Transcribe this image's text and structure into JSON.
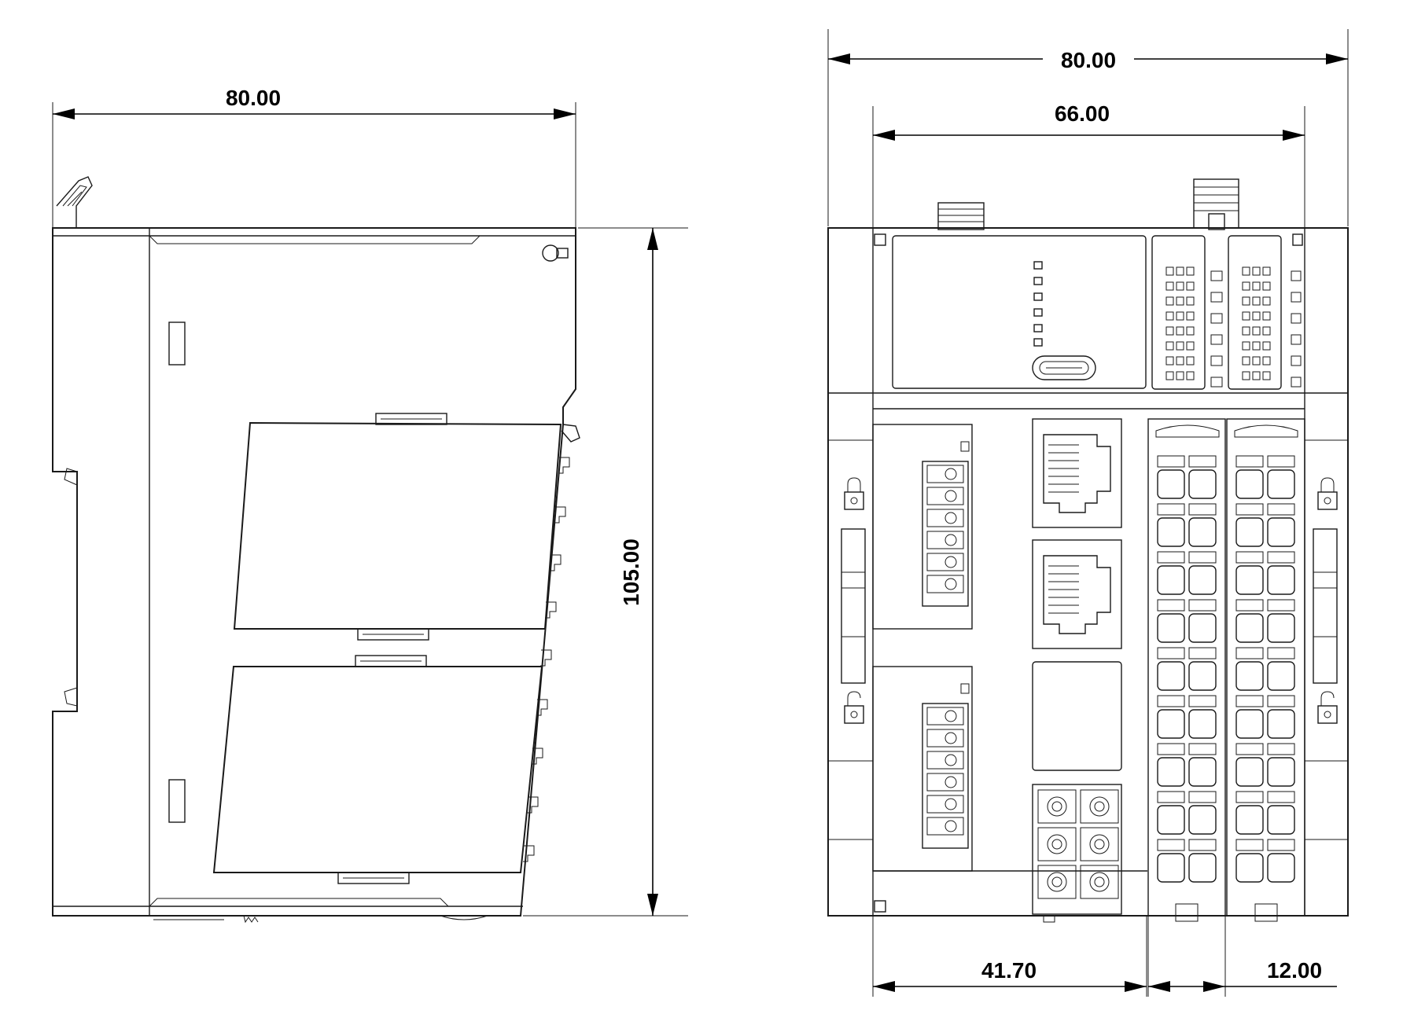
{
  "side_view": {
    "width_label": "80.00",
    "height_label": "105.00"
  },
  "front_view": {
    "overall_width_label": "80.00",
    "body_width_label": "66.00",
    "left_section_label": "41.70",
    "right_module_label": "12.00"
  }
}
